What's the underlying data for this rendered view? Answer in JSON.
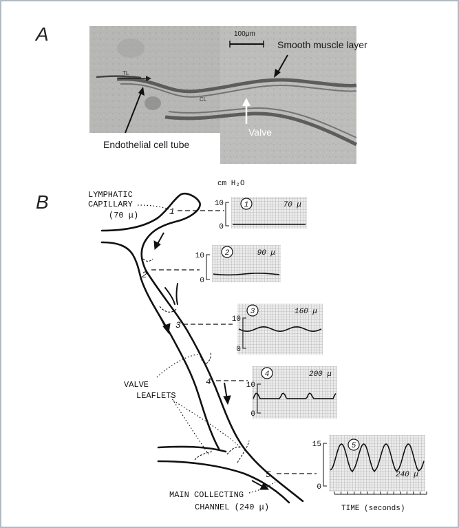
{
  "panels": {
    "a": {
      "letter": "A",
      "scale_bar": "100μm",
      "labels": {
        "smooth_muscle": "Smooth muscle layer",
        "endothelial": "Endothelial cell tube",
        "valve": "Valve",
        "tl": "TL",
        "cl": "CL"
      }
    },
    "b": {
      "letter": "B",
      "labels": {
        "lymphatic": "LYMPHATIC",
        "capillary": "CAPILLARY",
        "capillary_diam": "(70 μ)",
        "valve": "VALVE",
        "leaflets": "LEAFLETS",
        "main_collecting": "MAIN COLLECTING",
        "channel": "CHANNEL  (240 μ)",
        "unit": "cm H₂O",
        "time_axis": "TIME (seconds)"
      },
      "stations": [
        "1",
        "2",
        "3",
        "4",
        "5"
      ],
      "traces": [
        {
          "id": "1",
          "diameter": "70 μ",
          "top_tick": "10",
          "bottom_tick": "0"
        },
        {
          "id": "2",
          "diameter": "90 μ",
          "top_tick": "10",
          "bottom_tick": "0"
        },
        {
          "id": "3",
          "diameter": "160 μ",
          "top_tick": "10",
          "bottom_tick": "0"
        },
        {
          "id": "4",
          "diameter": "200 μ",
          "top_tick": "10",
          "bottom_tick": "0"
        },
        {
          "id": "5",
          "diameter": "240 μ",
          "top_tick": "15",
          "bottom_tick": "0"
        }
      ]
    }
  },
  "colors": {
    "border": "#8fa3b4",
    "photo_bg": "#b9b9b7",
    "ink": "#111111",
    "grid": "#9a9a9a"
  }
}
